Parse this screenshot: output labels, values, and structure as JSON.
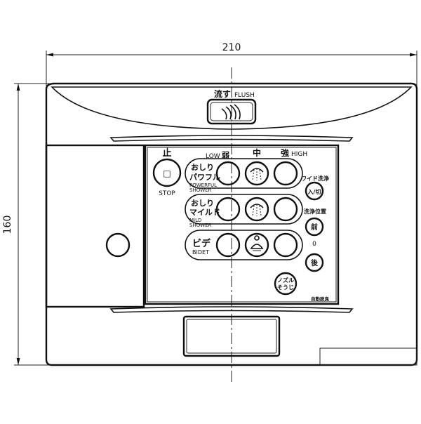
{
  "dimensions": {
    "width": "210",
    "height": "160"
  },
  "flush": {
    "label_jp": "流す",
    "label_en": "FLUSH"
  },
  "stop": {
    "label_jp": "止",
    "symbol": "□",
    "label_en": "STOP"
  },
  "pressure": {
    "low_en": "LOW",
    "low_jp": "弱",
    "mid_jp": "中",
    "high_jp": "強",
    "high_en": "HIGH"
  },
  "modes": [
    {
      "label_jp_1": "おしり",
      "label_jp_2": "パワフル",
      "label_en_1": "POWERFUL",
      "label_en_2": "SHOWER"
    },
    {
      "label_jp_1": "おしり",
      "label_jp_2": "マイルド",
      "label_en_1": "MILD",
      "label_en_2": "SHOWER"
    },
    {
      "label_jp_1": "ビデ",
      "label_jp_2": "",
      "label_en_1": "BIDET",
      "label_en_2": ""
    }
  ],
  "right_controls": {
    "wide_label": "ワイド洗浄",
    "wide_button": "入/切",
    "position_label": "洗浄位置",
    "front_button": "前",
    "separator": "0",
    "back_button": "後",
    "nozzle_line1": "ノズル",
    "nozzle_line2": "そうじ",
    "auto_label": "自動脱臭"
  }
}
